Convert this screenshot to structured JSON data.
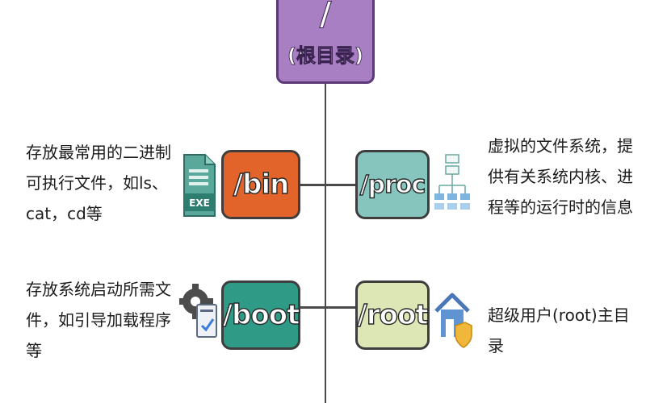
{
  "root": {
    "slash": "/",
    "label": "(根目录)"
  },
  "nodes": {
    "bin": {
      "label": "/bin",
      "color": "#e2642b",
      "desc": [
        "存放最常用的二进制",
        "可执行文件，如ls、",
        "cat，cd等"
      ]
    },
    "proc": {
      "label": "/proc",
      "color": "#86c5bd",
      "desc": [
        "虚拟的文件系统，提",
        "供有关系统内核、进",
        "程等的运行时的信息"
      ]
    },
    "boot": {
      "label": "/boot",
      "color": "#2f9a86",
      "desc": [
        "存放系统启动所需文",
        "件，如引导加载程序",
        "等"
      ]
    },
    "root": {
      "label": "/root",
      "color": "#dde7b6",
      "desc": [
        "超级用户(root)主目录"
      ]
    }
  },
  "icons": {
    "bin": "exe-file-icon",
    "proc": "network-tree-icon",
    "boot": "gear-document-icon",
    "root": "home-shield-icon"
  },
  "exe_label": "EXE"
}
